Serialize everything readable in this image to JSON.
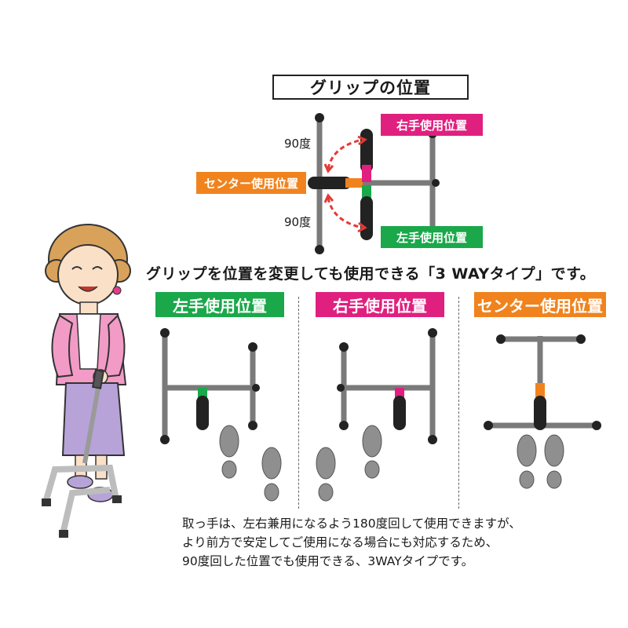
{
  "title": "グリップの位置",
  "labels": {
    "right_hand": "右手使用位置",
    "left_hand": "左手使用位置",
    "center": "センター使用位置",
    "deg_top": "90度",
    "deg_bottom": "90度"
  },
  "subtitle": "グリップを位置を変更しても使用できる「3 WAYタイプ」です。",
  "panels": [
    {
      "heading": "左手使用位置",
      "color": "#1aa84a"
    },
    {
      "heading": "右手使用位置",
      "color": "#e0207f"
    },
    {
      "heading": "センター使用位置",
      "color": "#f0831e"
    }
  ],
  "caption": [
    "取っ手は、左右兼用になるよう180度回して使用できますが、",
    "より前方で安定してご使用になる場合にも対応するため、",
    "90度回した位置でも使用できる、3WAYタイプです。"
  ],
  "colors": {
    "green": "#1aa84a",
    "magenta": "#e0207f",
    "orange": "#f0831e",
    "frame": "#7a7a7a"
  }
}
